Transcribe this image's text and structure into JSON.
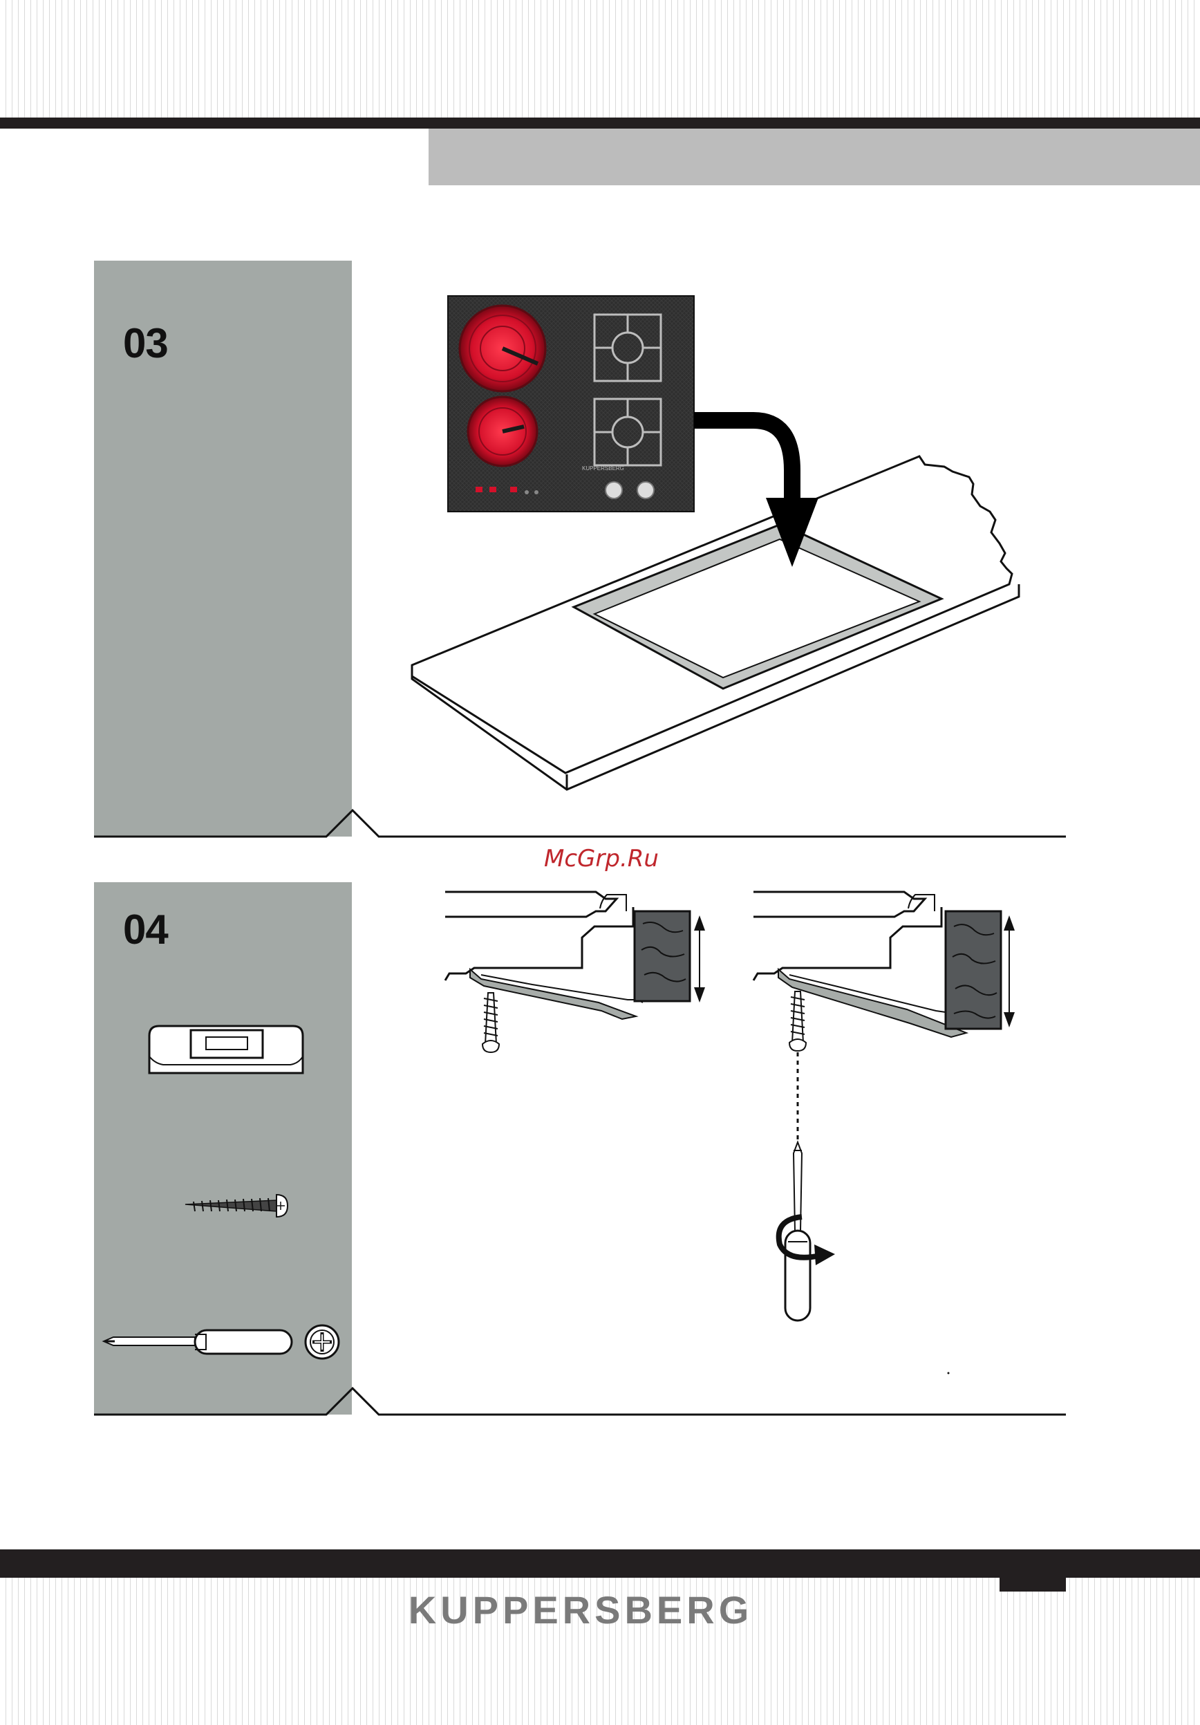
{
  "watermark": "McGrp.Ru",
  "brand": "KUPPERSBERG",
  "hob_logo": "KUPPERSBERG",
  "steps": [
    {
      "number": "03"
    },
    {
      "number": "04"
    }
  ],
  "colors": {
    "band": "#231f20",
    "panel": "#a3a9a6",
    "header_grey": "#bcbcbc",
    "hob_glass": "#2b2b2b",
    "burner_red": "#d4102a",
    "brand_text": "#7a7a7a",
    "watermark": "#c0272d"
  },
  "icons": [
    "fixing-bracket-icon",
    "screw-icon",
    "phillips-screwdriver-icon",
    "phillips-head-icon",
    "rotation-arrow-icon",
    "measurement-arrow-icon",
    "drop-arrow-icon"
  ]
}
